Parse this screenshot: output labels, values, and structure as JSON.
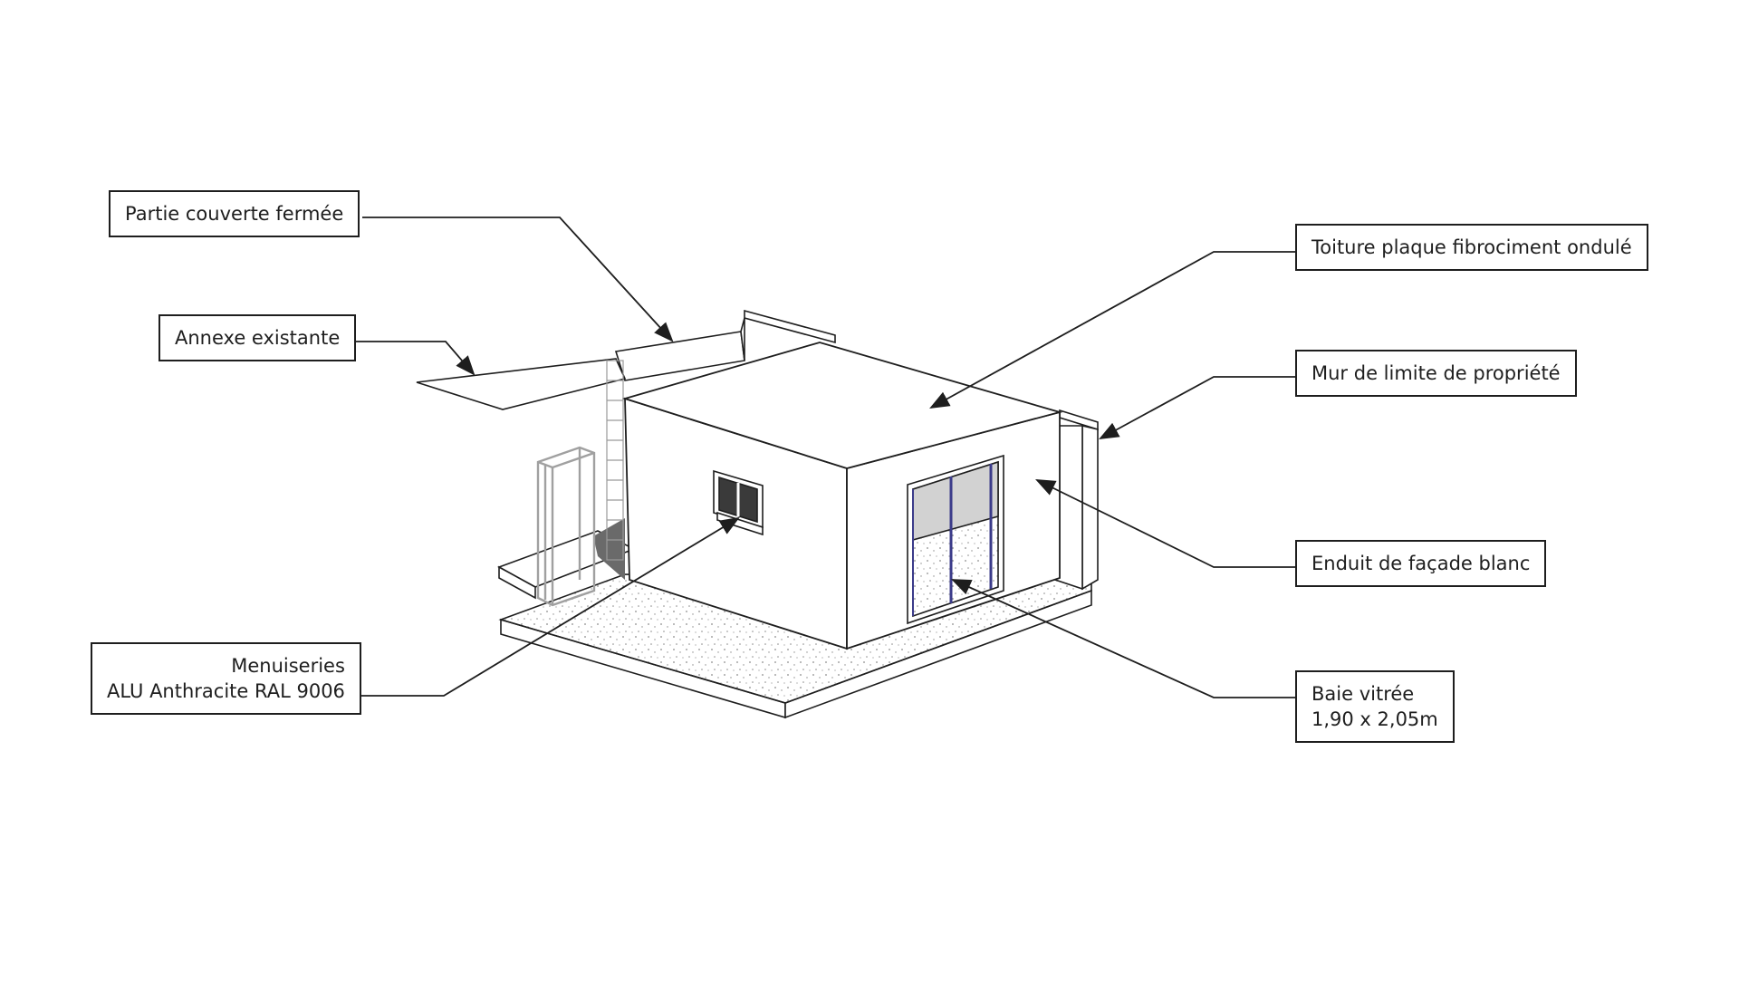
{
  "diagram": {
    "colors": {
      "line": "#1e1e1e",
      "fill": "#ffffff",
      "ground_dots": "#8a8a8a",
      "window_glass": "#3a3a3a",
      "frame_accent": "#3b3b8a"
    },
    "labels": {
      "partie_couverte": "Partie couverte fermée",
      "annexe": "Annexe existante",
      "toiture": "Toiture plaque fibrociment ondulé",
      "mur_limite": "Mur de limite de propriété",
      "enduit": "Enduit de façade blanc",
      "menuiseries_line1": "Menuiseries",
      "menuiseries_line2": "ALU Anthracite RAL 9006",
      "baie_line1": "Baie vitrée",
      "baie_line2": "1,90 x 2,05m"
    }
  }
}
